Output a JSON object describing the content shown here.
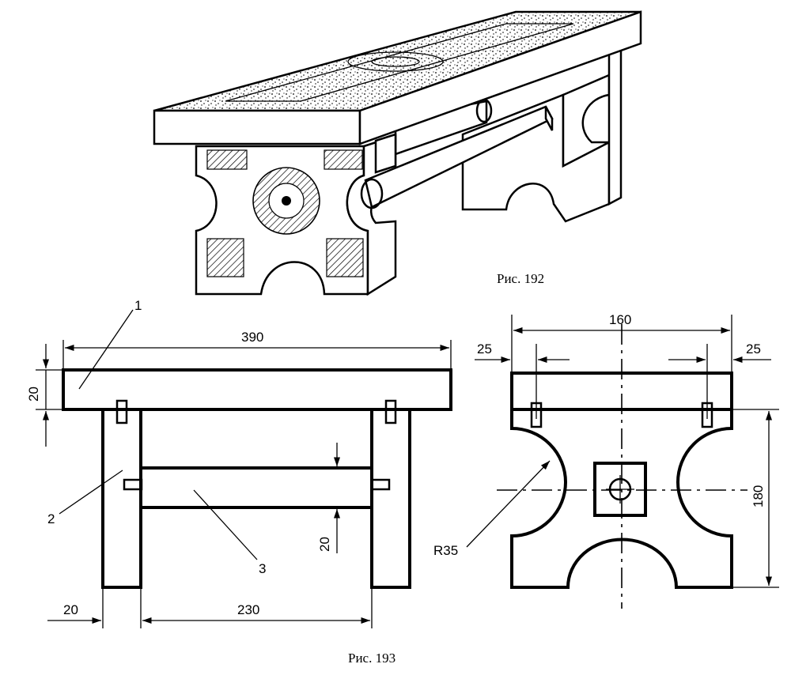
{
  "figures": {
    "fig192_caption": "Рис. 192",
    "fig193_caption": "Рис. 193"
  },
  "front_view": {
    "dim_length": "390",
    "dim_top_thickness": "20",
    "dim_bar_height": "20",
    "dim_leg_thickness": "20",
    "dim_inner_span": "230",
    "callout_1": "1",
    "callout_2": "2",
    "callout_3": "3"
  },
  "side_view": {
    "dim_width": "160",
    "dim_left_offset": "25",
    "dim_right_offset": "25",
    "dim_height": "180",
    "radius_label": "R35"
  }
}
